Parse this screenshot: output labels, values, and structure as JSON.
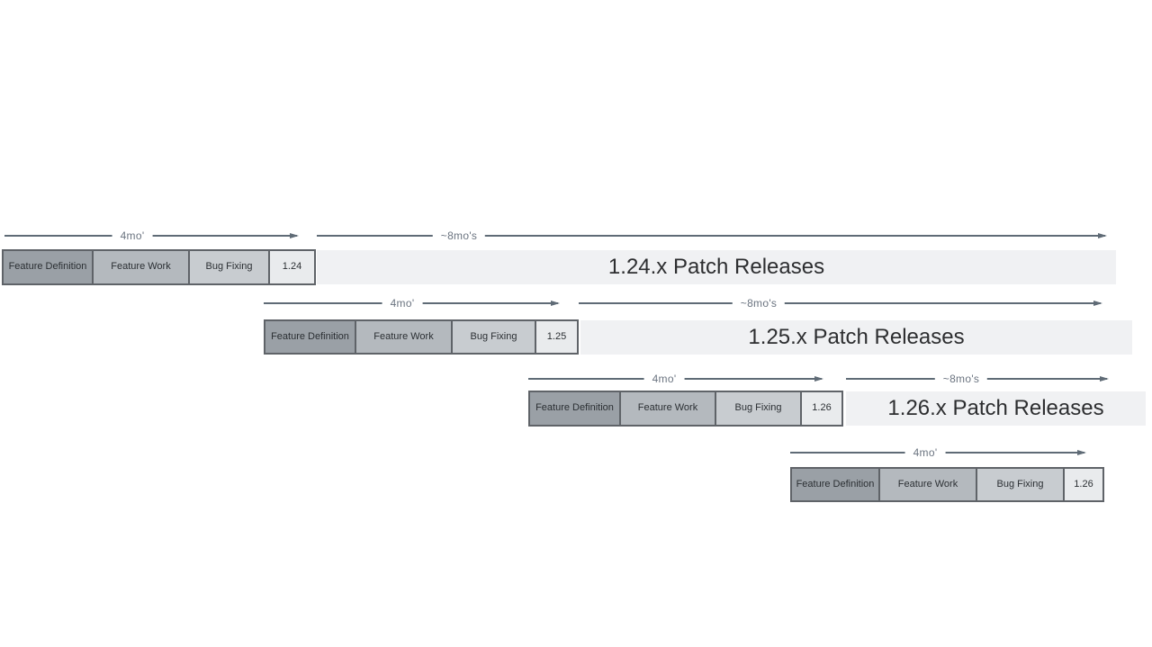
{
  "colors": {
    "phase_definition": "#9aa0a6",
    "phase_work": "#b4b9be",
    "phase_bugfix": "#c8ccd0",
    "version_box": "#e9ebed",
    "patch_bar": "#f0f1f3",
    "box_border": "#5f6368",
    "box_text": "#2b2f33",
    "patch_text": "#2d2e30",
    "arrow": "#5f6b76",
    "arrow_label": "#6b7480"
  },
  "labels": {
    "four_months": "4mo'",
    "eight_months": "~8mo's",
    "feature_definition": "Feature Definition",
    "feature_work": "Feature Work",
    "bug_fixing": "Bug Fixing"
  },
  "rows": [
    {
      "version": "1.24",
      "patch_label": "1.24.x Patch Releases"
    },
    {
      "version": "1.25",
      "patch_label": "1.25.x Patch Releases"
    },
    {
      "version": "1.26",
      "patch_label": "1.26.x Patch Releases"
    },
    {
      "version": "1.26",
      "patch_label": ""
    }
  ]
}
